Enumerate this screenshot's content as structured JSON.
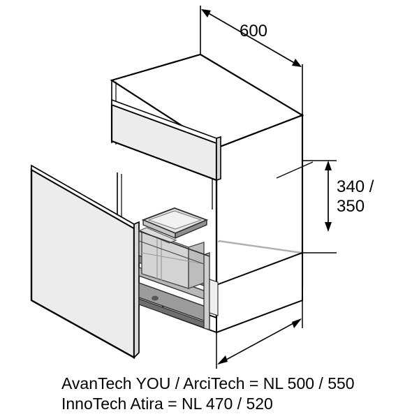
{
  "drawing": {
    "title": "Kitchen base cabinet with pull-out waste bin system",
    "type": "isometric-technical-drawing",
    "background_color": "#ffffff",
    "line_color": "#000000",
    "panel_fill_light": "#ececec",
    "panel_fill_mid": "#d8d8d8",
    "panel_fill_dark": "#b9b9b9",
    "panel_fill_white": "#ffffff",
    "hidden_line_color": "#b0b0b0"
  },
  "dimensions": {
    "width": {
      "label": "600",
      "name": "cabinet-width-dimension",
      "unit": "mm",
      "position": "top"
    },
    "height": {
      "label_line_1": "340 /",
      "label_line_2": "350",
      "name": "cabinet-opening-height-dimension",
      "unit": "mm",
      "position": "right"
    },
    "depth": {
      "label": "",
      "name": "cabinet-depth-dimension",
      "unit": "mm",
      "position": "bottom"
    }
  },
  "caption": {
    "line_1": "AvanTech YOU / ArciTech = NL 500 / 550",
    "line_2": "InnoTech Atira = NL 470 / 520"
  },
  "components": {
    "cabinet_carcass": "cabinet-carcass",
    "cabinet_top": "cabinet-top-panel",
    "cabinet_side": "cabinet-right-side-panel",
    "cabinet_plinth": "cabinet-plinth",
    "drawer_front": "drawer-front-panel",
    "drawer_rails": "drawer-runner-rails",
    "waste_bin": "waste-bin",
    "waste_bin_lid": "waste-bin-lid",
    "top_drawer_panel": "top-drawer-panel"
  }
}
